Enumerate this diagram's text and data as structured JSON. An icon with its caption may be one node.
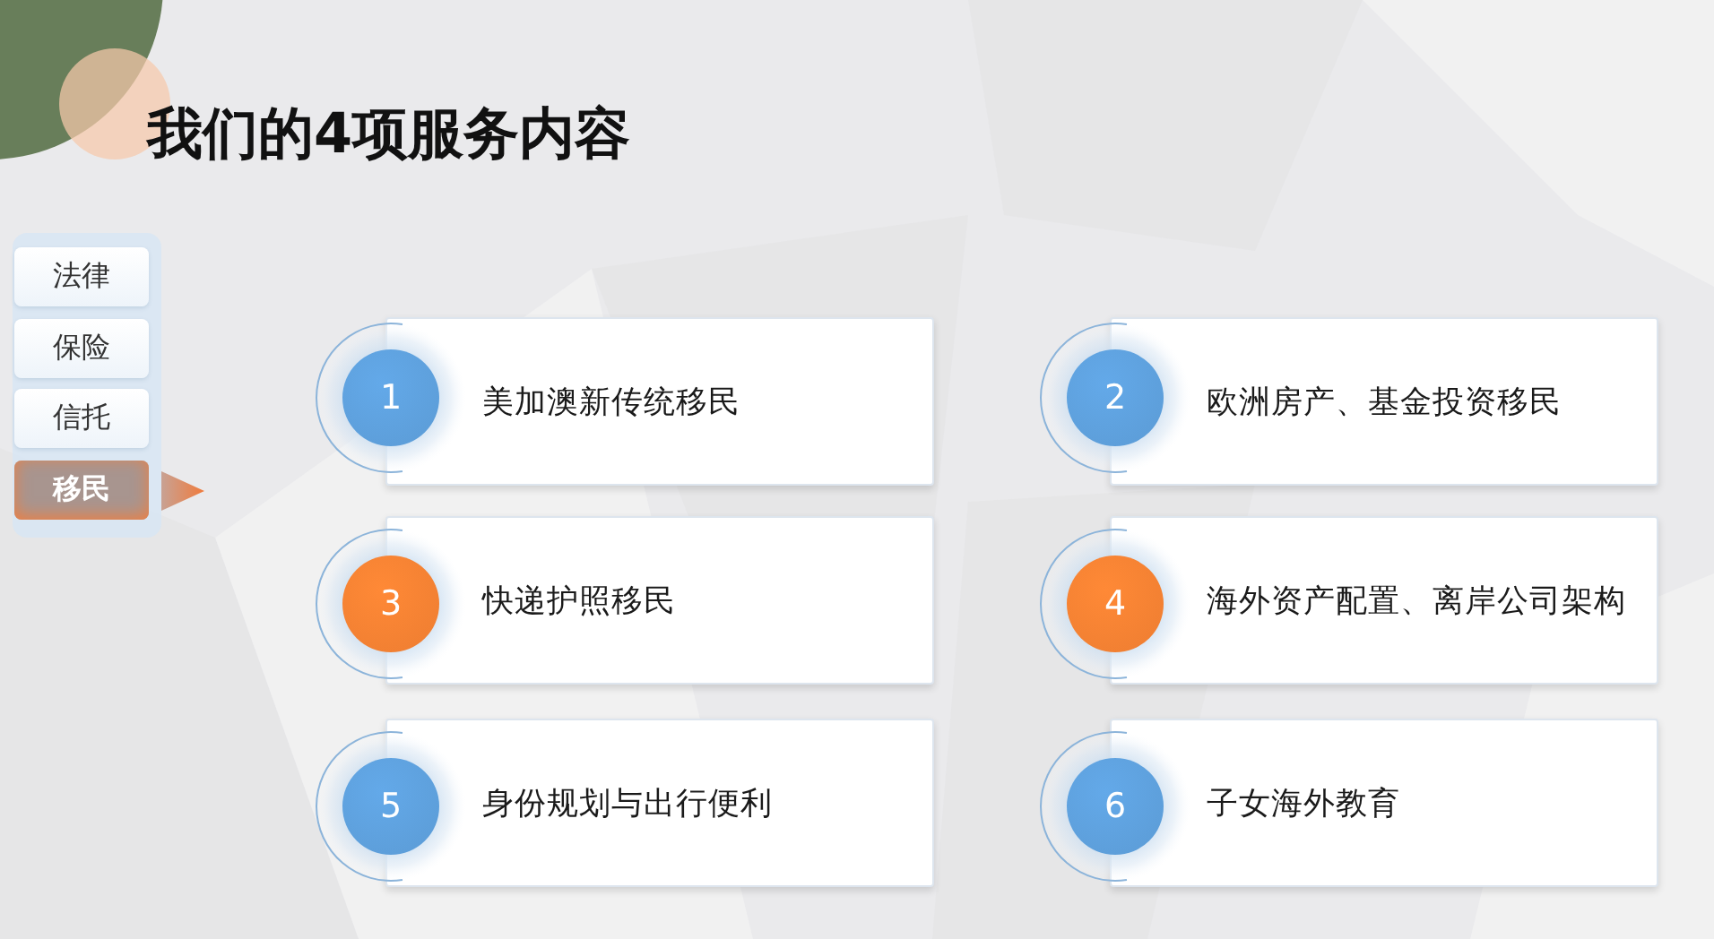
{
  "diagram": {
    "title": "我们的4项服务内容",
    "nodes": [
      {
        "text": [],
        "shape": "box"
      },
      {
        "text": [
          "法律"
        ],
        "in": 0
      },
      {
        "text": [
          "保险"
        ],
        "in": 0
      },
      {
        "text": [
          "信托"
        ],
        "in": 0
      },
      {
        "text": [
          "移民"
        ],
        "in": 0
      },
      {
        "text": [
          "1"
        ]
      },
      {
        "text": [
          "美加澳新传统移民"
        ]
      },
      {
        "text": [
          "2"
        ]
      },
      {
        "text": [
          "欧洲房产、基金投资移民"
        ]
      },
      {
        "text": [
          "3"
        ]
      },
      {
        "text": [
          "快递护照移民"
        ]
      },
      {
        "text": [
          "4"
        ]
      },
      {
        "text": [
          "海外资产配置、离岸公司架构"
        ]
      },
      {
        "text": [
          "5"
        ]
      },
      {
        "text": [
          "身份规划与出行便利"
        ]
      },
      {
        "text": [
          "6"
        ]
      },
      {
        "text": [
          "子女海外教育"
        ]
      }
    ]
  }
}
